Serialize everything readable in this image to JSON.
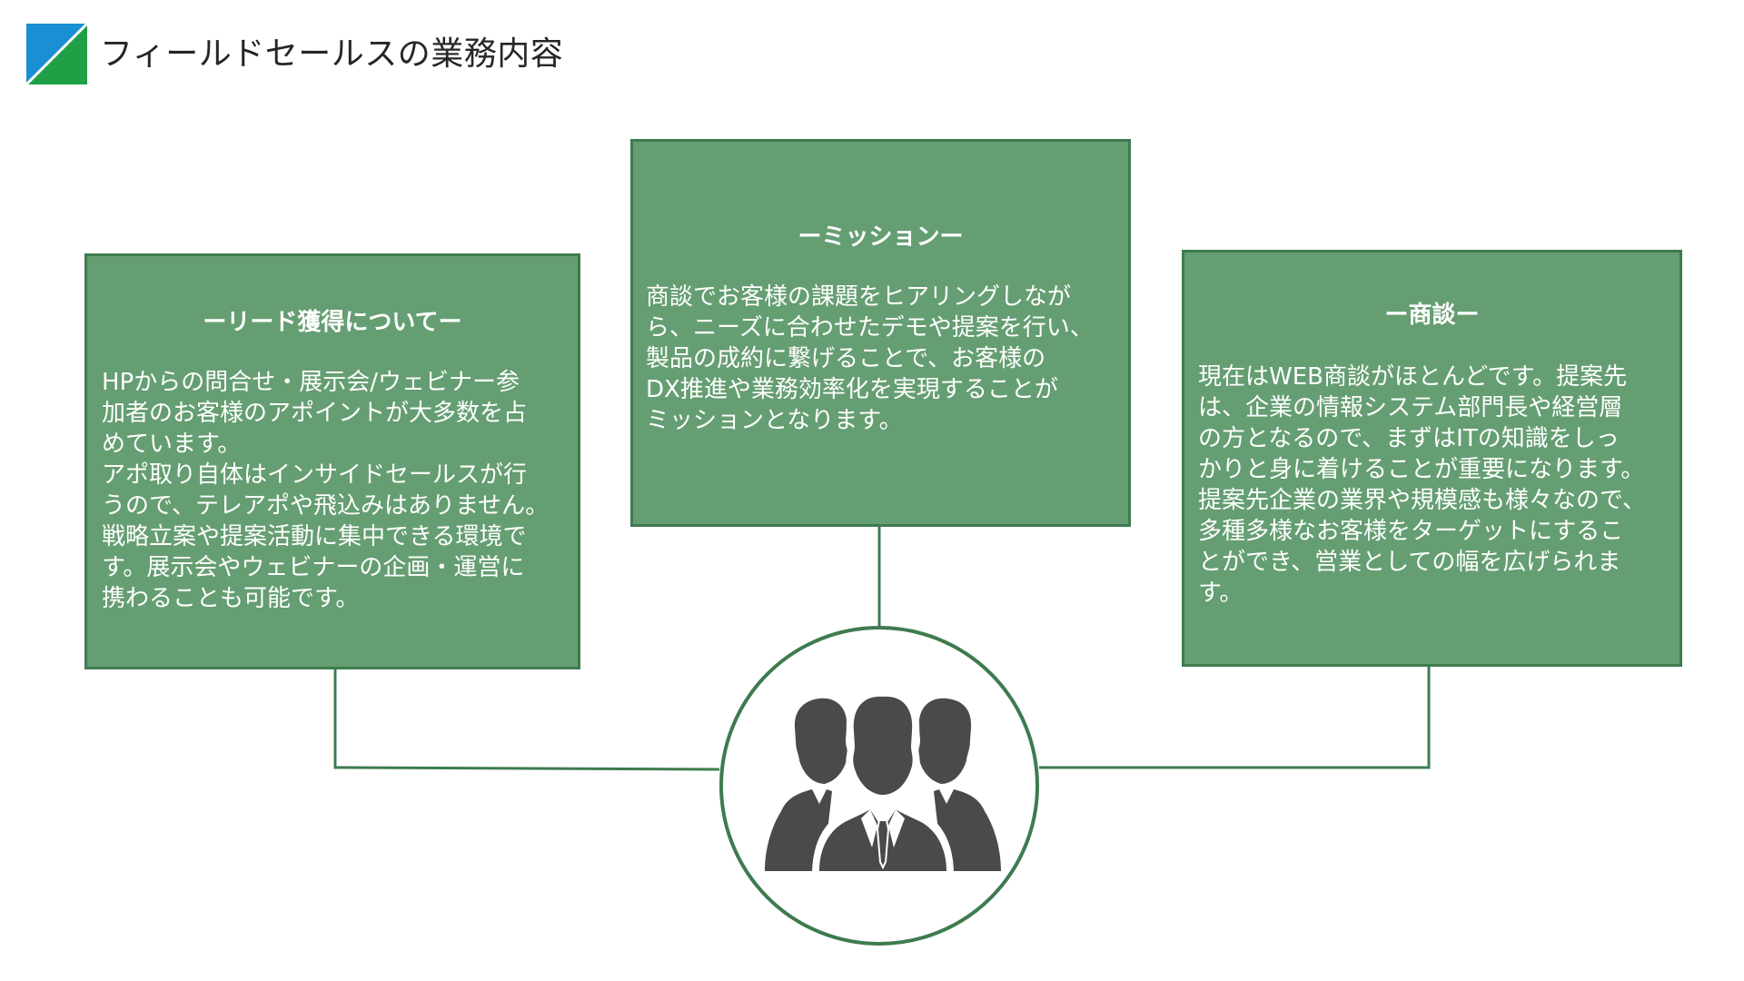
{
  "page": {
    "title": "フィールドセールスの業務内容"
  },
  "logo": {
    "icon": "diagonal-split-logo-icon",
    "colors": [
      "#1a8fd4",
      "#1fa046"
    ]
  },
  "cards": {
    "lead": {
      "title": "ーリード獲得についてー",
      "body": "HPからの問合せ・展示会/ウェビナー参\n加者のお客様のアポイントが大多数を占\nめています。\nアポ取り自体はインサイドセールスが行\nうので、テレアポや飛込みはありません。\n戦略立案や提案活動に集中できる環境で\nす。展示会やウェビナーの企画・運営に\n携わることも可能です。"
    },
    "mission": {
      "title": "ーミッションー",
      "body": "商談でお客様の課題をヒアリングしなが\nら、ニーズに合わせたデモや提案を行い、\n製品の成約に繋げることで、お客様の\nDX推進や業務効率化を実現することが\nミッションとなります。"
    },
    "meeting": {
      "title": "ー商談ー",
      "body": "現在はWEB商談がほとんどです。提案先\nは、企業の情報システム部門長や経営層\nの方となるので、まずはITの知識をしっ\nかりと身に着けることが重要になります。\n提案先企業の業界や規模感も様々なので、\n多種多様なお客様をターゲットにするこ\nとができ、営業としての幅を広げられま\nす。"
    }
  },
  "center": {
    "icon": "business-team-icon"
  },
  "colors": {
    "card_fill": "#659e72",
    "card_border": "#3e7b4f",
    "connector": "#3e7b4f",
    "icon": "#4a4a4a",
    "text": "#ffffff",
    "title_text": "#262626"
  }
}
